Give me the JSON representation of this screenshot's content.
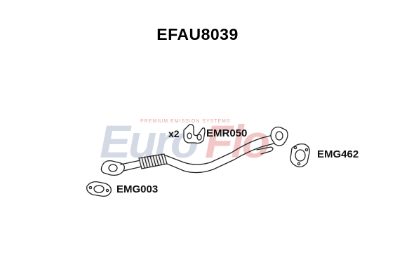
{
  "title": "EFAU8039",
  "watermark": {
    "brand_text": "EuroFlo",
    "tagline": "PREMIUM EMISSION SYSTEMS",
    "colors": {
      "euro": "#d4d9e6",
      "flo": "#f3c7c7"
    }
  },
  "parts": {
    "rubber_mount": {
      "code": "EMR050",
      "quantity": "x2"
    },
    "rear_gasket": {
      "code": "EMG462"
    },
    "front_gasket": {
      "code": "EMG003"
    }
  }
}
